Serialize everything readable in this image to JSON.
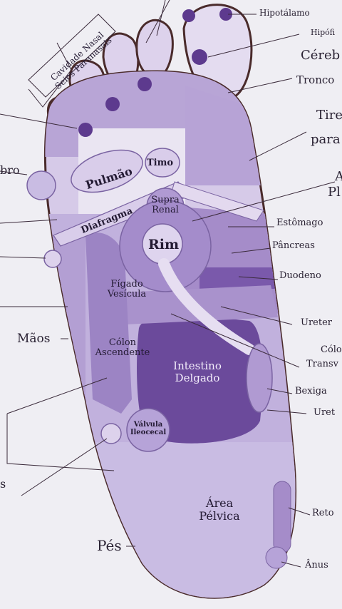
{
  "diagram": {
    "colors": {
      "background": "#efeef3",
      "sole_light": "#c7b9de",
      "sole_mid": "#a58cc9",
      "sole_deep": "#8a6bb6",
      "intestine": "#6b4a9b",
      "outline": "#4a2b2b",
      "dot": "#5d3a8e"
    },
    "zones": {
      "pulmao": "Pulmão",
      "timo": "Timo",
      "diafragma": "Diafragma",
      "supra_renal": "Supra Renal",
      "rim": "Rim",
      "figado_vesicula": "Fígado Vesícula",
      "colon_ascendente": "Cólon Ascendente",
      "intestino_delgado": "Intestino Delgado",
      "valvula_ileocecal": "Válvula Ileocecal",
      "area_pelvica": "Área Pélvica",
      "cavidade_nasal": "Cavidade Nasal Seios Paranasais"
    },
    "right_labels": {
      "hipotalamo": "Hipotálamo",
      "hipofise": "Hipófi",
      "cerebro": "Céreb",
      "tronco": "Tronco",
      "tireoide": "Tire",
      "paratireoide": "para",
      "a_partial": "A",
      "pl_partial": "Pl",
      "estomago": "Estômago",
      "pancreas": "Pâncreas",
      "duodeno": "Duodeno",
      "ureter": "Ureter",
      "colon_transverso_1": "Cólo",
      "colon_transverso_2": "Transv",
      "bexiga": "Bexiga",
      "uretra": "Uret",
      "reto": "Reto",
      "anus": "Ânus"
    },
    "left_labels": {
      "ombro_partial": "bro",
      "maos": "Mãos",
      "pes": "Pés",
      "s_partial": "s"
    }
  }
}
